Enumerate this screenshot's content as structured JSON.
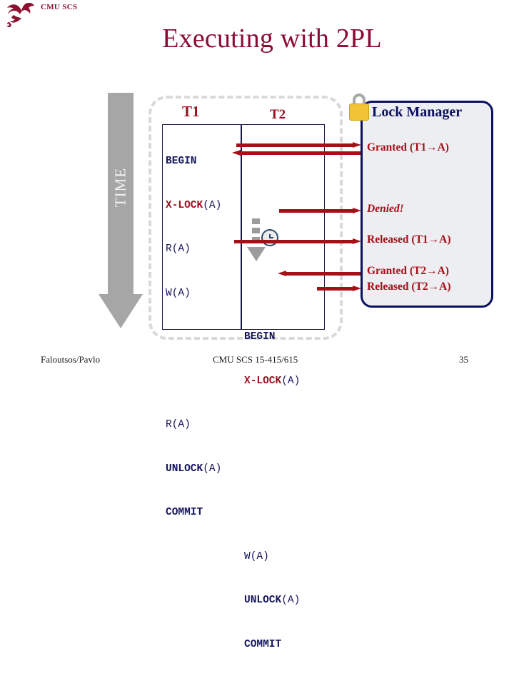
{
  "header": {
    "org_label": "CMU SCS",
    "logo_icon": "cmu-scotty-dragon-icon",
    "title": "Executing with 2PL"
  },
  "time_axis": {
    "label": "TIME",
    "icon": "down-arrow-icon"
  },
  "transactions": {
    "columns": [
      {
        "name": "T1",
        "header": "T1"
      },
      {
        "name": "T2",
        "header": "T2"
      }
    ],
    "t1_lines": [
      "BEGIN",
      "X-LOCK",
      "(A)",
      "R(A)",
      "W(A)",
      "",
      "",
      "",
      "R(A)",
      "UNLOCK",
      "(A)",
      "COMMIT"
    ],
    "t1_rows": [
      {
        "text": "BEGIN",
        "style": "bold"
      },
      {
        "text": "X-LOCK(A)",
        "style": "lock"
      },
      {
        "text": "R(A)",
        "style": "plain"
      },
      {
        "text": "W(A)",
        "style": "plain"
      },
      {
        "text": "",
        "style": "blank"
      },
      {
        "text": "",
        "style": "blank"
      },
      {
        "text": "R(A)",
        "style": "plain"
      },
      {
        "text": "UNLOCK(A)",
        "style": "bold"
      },
      {
        "text": "COMMIT",
        "style": "bold"
      }
    ],
    "t2_rows": [
      {
        "text": "",
        "style": "blank"
      },
      {
        "text": "",
        "style": "blank"
      },
      {
        "text": "",
        "style": "blank"
      },
      {
        "text": "BEGIN",
        "style": "bold"
      },
      {
        "text": "X-LOCK(A)",
        "style": "lock"
      },
      {
        "text": "",
        "style": "blank"
      },
      {
        "text": "",
        "style": "blank"
      },
      {
        "text": "W(A)",
        "style": "plain"
      },
      {
        "text": "UNLOCK(A)",
        "style": "bold"
      },
      {
        "text": "COMMIT",
        "style": "bold"
      }
    ]
  },
  "code": {
    "t1_begin": "BEGIN",
    "t1_xlock_kw": "X-LOCK",
    "t1_xlock_arg": "(A)",
    "t1_read": "R(A)",
    "t1_write": "W(A)",
    "t1_read2": "R(A)",
    "t1_unlock_kw": "UNLOCK",
    "t1_unlock_arg": "(A)",
    "t1_commit": "COMMIT",
    "t2_begin": "BEGIN",
    "t2_xlock_kw": "X-LOCK",
    "t2_xlock_arg": "(A)",
    "t2_write": "W(A)",
    "t2_unlock_kw": "UNLOCK",
    "t2_unlock_arg": "(A)",
    "t2_commit": "COMMIT"
  },
  "waiting": {
    "icon": "clock-icon",
    "arrow_icon": "dashed-down-arrow-icon"
  },
  "lock_manager": {
    "title": "Lock Manager",
    "icon": "padlock-icon",
    "entries": [
      {
        "name": "granted-t1",
        "text": "Granted (T1→A)",
        "style": "bold"
      },
      {
        "name": "denied",
        "text": "Denied!",
        "style": "bold-italic"
      },
      {
        "name": "released-t1",
        "text": "Released (T1→A)",
        "style": "bold"
      },
      {
        "name": "granted-t2",
        "text": "Granted (T2→A)",
        "style": "bold"
      },
      {
        "name": "released-t2",
        "text": "Released (T2→A)",
        "style": "bold"
      }
    ]
  },
  "footer": {
    "author": "Faloutsos/Pavlo",
    "course": "CMU SCS 15-415/615",
    "page": "35"
  },
  "colors": {
    "cmu_red": "#8c1230",
    "title_red": "#8c0b33",
    "code_navy": "#15155c",
    "lock_navy": "#0b1060",
    "arrow_red": "#a60f18",
    "time_gray": "#a6a6a6",
    "panel_bg": "#eceef2",
    "padlock_gold": "#f0c433"
  }
}
